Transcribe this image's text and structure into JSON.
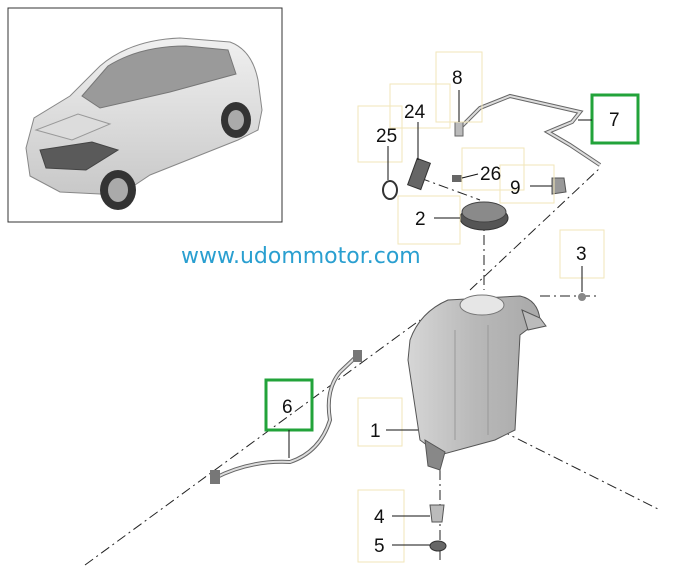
{
  "watermark": "www.udommotor.com",
  "callouts": {
    "c1": "1",
    "c2": "2",
    "c3": "3",
    "c4": "4",
    "c5": "5",
    "c6": "6",
    "c7": "7",
    "c8": "8",
    "c9": "9",
    "c24": "24",
    "c25": "25",
    "c26": "26"
  },
  "highlighted_parts": [
    "6",
    "7"
  ],
  "colors": {
    "highlight": "#22a33a",
    "watermark": "#2a9fd0",
    "callout_box": "#f2e6b8"
  }
}
